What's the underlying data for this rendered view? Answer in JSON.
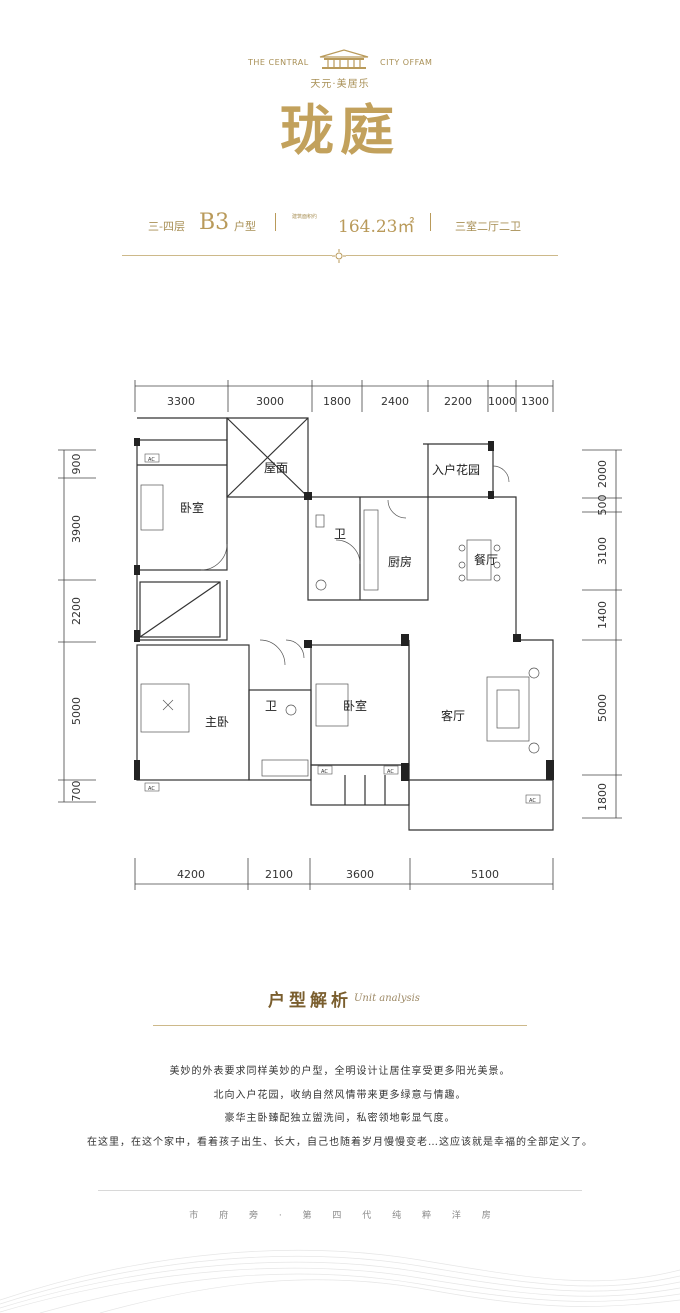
{
  "header": {
    "en_left": "THE CENTRAL",
    "en_right": "CITY OFFAM",
    "subtitle": "天元·美居乐",
    "title": "珑庭"
  },
  "unit": {
    "floor": "三-四层",
    "code": "B3",
    "type": "户型",
    "area_caption": "建筑面积约",
    "area": "164.23㎡",
    "rooms": "三室二厅二卫"
  },
  "plan": {
    "top_dims": [
      "3300",
      "3000",
      "1800",
      "2400",
      "2200",
      "1000",
      "1300"
    ],
    "bottom_dims": [
      "4200",
      "2100",
      "3600",
      "5100"
    ],
    "left_dims": [
      "900",
      "3900",
      "2200",
      "5000",
      "700"
    ],
    "right_dims": [
      "2000",
      "500",
      "3100",
      "1400",
      "5000",
      "1800"
    ],
    "rooms": {
      "bedroom_1": "卧室",
      "roof": "屋面",
      "bath_1": "卫",
      "kitchen": "厨房",
      "garden": "入户花园",
      "dining": "餐厅",
      "master": "主卧",
      "bath_2": "卫",
      "bedroom_2": "卧室",
      "living": "客厅"
    },
    "ac_label": "AC"
  },
  "analysis": {
    "title": "户型解析",
    "en": "Unit analysis",
    "paragraphs": [
      "美妙的外表要求同样美妙的户型，全明设计让居住享受更多阳光美景。",
      "北向入户花园，收纳自然风情带来更多绿意与情趣。",
      "豪华主卧臻配独立盥洗间，私密领地彰显气度。",
      "在这里，在这个家中，看着孩子出生、长大，自己也随着岁月慢慢变老…这应该就是幸福的全部定义了。"
    ]
  },
  "footer": {
    "tagline": "市 府 旁 · 第 四 代 纯 粹 洋 房"
  }
}
